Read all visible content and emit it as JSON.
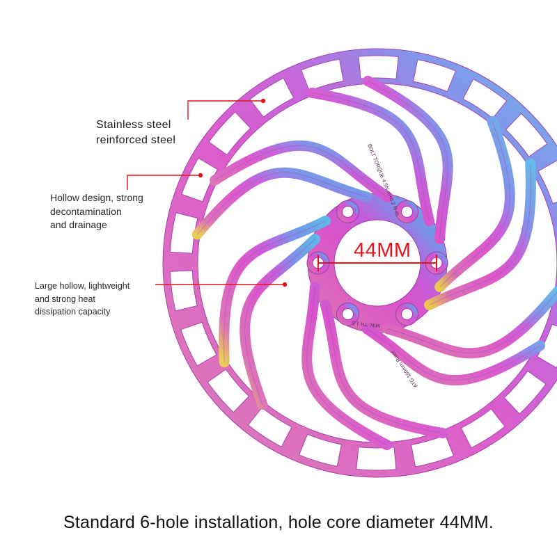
{
  "callouts": {
    "steel_label": "Stainless steel\nreinforced steel",
    "hollow_design_label": "Hollow design, strong\ndecontamination\nand drainage",
    "heat_label": "Large hollow, lightweight\nand strong heat\ndissipation capacity"
  },
  "dimension_label": "44MM",
  "rotor_engravings": {
    "torque_text": "BOLT TORQUE 4.5N·m+0.2 N·m",
    "thickness_text": "MIN. TH 1.5",
    "rotor_text": "ATG 160mm Rotor"
  },
  "caption": "Standard 6-hole installation, hole core diameter 44MM.",
  "colors": {
    "callout_line": "#e3141c",
    "dimension_text": "#e3141c",
    "rotor_primary": "#d94fc9",
    "rotor_secondary": "#5aa8e8",
    "rotor_tint": "#e8c84a"
  }
}
